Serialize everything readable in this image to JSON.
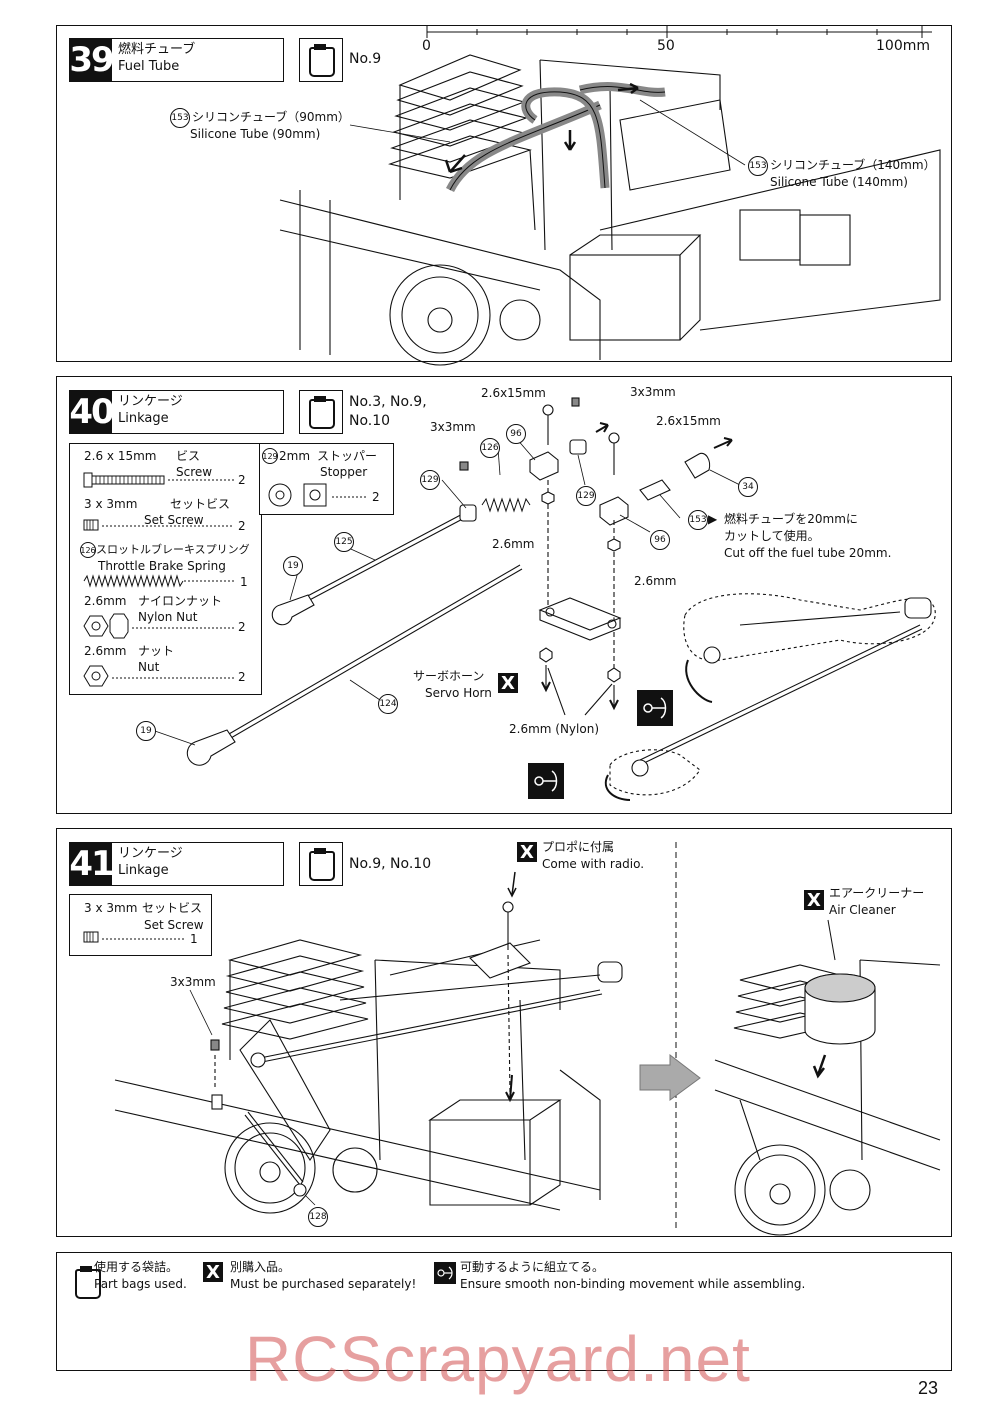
{
  "step39": {
    "number": "39",
    "title_jp": "燃料チューブ",
    "title_en": "Fuel Tube",
    "bag": "No.9",
    "scale": {
      "tick0": "0",
      "tick50": "50",
      "tick100": "100mm"
    },
    "part_a_num": "153",
    "part_a_jp": "シリコンチューブ（90mm）",
    "part_a_en": "Silicone Tube (90mm)",
    "part_b_num": "153",
    "part_b_jp": "シリコンチューブ（140mm）",
    "part_b_en": "Silicone Tube (140mm)"
  },
  "step40": {
    "number": "40",
    "title_jp": "リンケージ",
    "title_en": "Linkage",
    "bag_line1": "No.3, No.9,",
    "bag_line2": "No.10",
    "parts": {
      "screw_size": "2.6 x 15mm",
      "screw_jp": "ビス",
      "screw_en": "Screw",
      "screw_qty": "2",
      "stopper_num": "129",
      "stopper_size": "2mm",
      "stopper_jp": "ストッパー",
      "stopper_en": "Stopper",
      "stopper_qty": "2",
      "setscrew_size": "3 x 3mm",
      "setscrew_jp": "セットビス",
      "setscrew_en": "Set Screw",
      "setscrew_qty": "2",
      "spring_num": "126",
      "spring_jp": "スロットルブレーキスプリング",
      "spring_en": "Throttle Brake Spring",
      "spring_qty": "1",
      "nylonnut_size": "2.6mm",
      "nylonnut_jp": "ナイロンナット",
      "nylonnut_en": "Nylon Nut",
      "nylonnut_qty": "2",
      "nut_size": "2.6mm",
      "nut_jp": "ナット",
      "nut_en": "Nut",
      "nut_qty": "2"
    },
    "labels": {
      "l_2615_a": "2.6x15mm",
      "l_3x3_a": "3x3mm",
      "l_3x3_b": "3x3mm",
      "l_2615_b": "2.6x15mm",
      "l_26_a": "2.6mm",
      "l_26_b": "2.6mm",
      "l_26_nylon": "2.6mm (Nylon)",
      "servo_jp": "サーボホーン",
      "servo_en": "Servo Horn",
      "fuel_jp1": "燃料チューブを20mmに",
      "fuel_jp2": "カットして使用。",
      "fuel_en": "Cut off the fuel tube 20mm.",
      "n96a": "96",
      "n96b": "96",
      "n126": "126",
      "n129a": "129",
      "n129b": "129",
      "n125": "125",
      "n124": "124",
      "n19a": "19",
      "n19b": "19",
      "n34": "34",
      "n153": "153"
    }
  },
  "step41": {
    "number": "41",
    "title_jp": "リンケージ",
    "title_en": "Linkage",
    "bag": "No.9, No.10",
    "setscrew_size": "3 x 3mm",
    "setscrew_jp": "セットビス",
    "setscrew_en": "Set Screw",
    "setscrew_qty": "1",
    "radio_jp": "プロポに付属",
    "radio_en": "Come with radio.",
    "cleaner_jp": "エアークリーナー",
    "cleaner_en": "Air Cleaner",
    "l_3x3": "3x3mm",
    "n128": "128"
  },
  "legend": {
    "bag_jp": "使用する袋詰。",
    "bag_en": "Part bags used.",
    "sep_jp": "別購入品。",
    "sep_en": "Must be purchased separately!",
    "move_jp": "可動するように組立てる。",
    "move_en": "Ensure smooth non-binding movement while assembling."
  },
  "watermark": "RCScrapyard.net",
  "page_number": "23"
}
